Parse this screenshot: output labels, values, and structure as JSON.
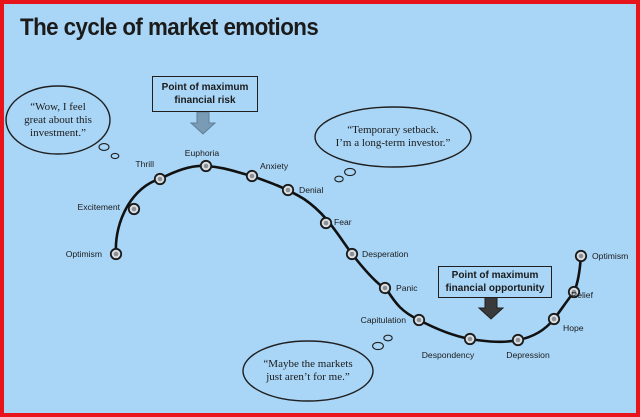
{
  "title": "The cycle of market emotions",
  "risk_box": {
    "line1": "Point of maximum",
    "line2": "financial risk"
  },
  "opportunity_box": {
    "line1": "Point of maximum",
    "line2": "financial opportunity"
  },
  "thoughts": {
    "euphoric": {
      "line1": "“Wow, I feel",
      "line2": "great about this",
      "line3": "investment.”"
    },
    "denial": {
      "line1": "“Temporary setback.",
      "line2": "I’m a long-term investor.”"
    },
    "capitulation": {
      "line1": "“Maybe the markets",
      "line2": "just aren’t for me.”"
    }
  },
  "stages": [
    "Optimism",
    "Excitement",
    "Thrill",
    "Euphoria",
    "Anxiety",
    "Denial",
    "Fear",
    "Desperation",
    "Panic",
    "Capitulation",
    "Despondency",
    "Depression",
    "Hope",
    "Relief",
    "Optimism"
  ],
  "colors": {
    "background": "#a9d6f7",
    "border": "#e8141b",
    "curve": "#111111",
    "risk_arrow": "#7a9bb5",
    "opportunity_arrow": "#3a3a3a"
  }
}
